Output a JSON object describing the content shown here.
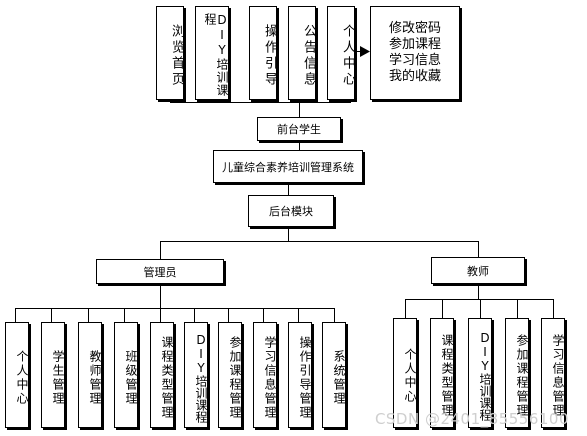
{
  "top_row": {
    "items": [
      "浏览首页",
      "DIY培训课程",
      "操作引导",
      "公告信息",
      "个人中心"
    ],
    "profile_box": [
      "修改密码",
      "参加课程",
      "学习信息",
      "我的收藏"
    ]
  },
  "front_student": "前台学生",
  "system": "儿童综合素养培训管理系统",
  "backend": "后台模块",
  "admin": {
    "label": "管理员",
    "items": [
      "个人中心",
      "学生管理",
      "教师管理",
      "班级管理",
      "课程类型管理",
      "DIY培训课程",
      "参加课程管理",
      "学习信息管理",
      "操作引导管理",
      "系统管理"
    ]
  },
  "teacher": {
    "label": "教师",
    "items": [
      "个人中心",
      "课程类型管理",
      "DIY培训课程",
      "参加课程管理",
      "学习信息管理"
    ]
  },
  "watermark": "CSDN @2401_85556100"
}
